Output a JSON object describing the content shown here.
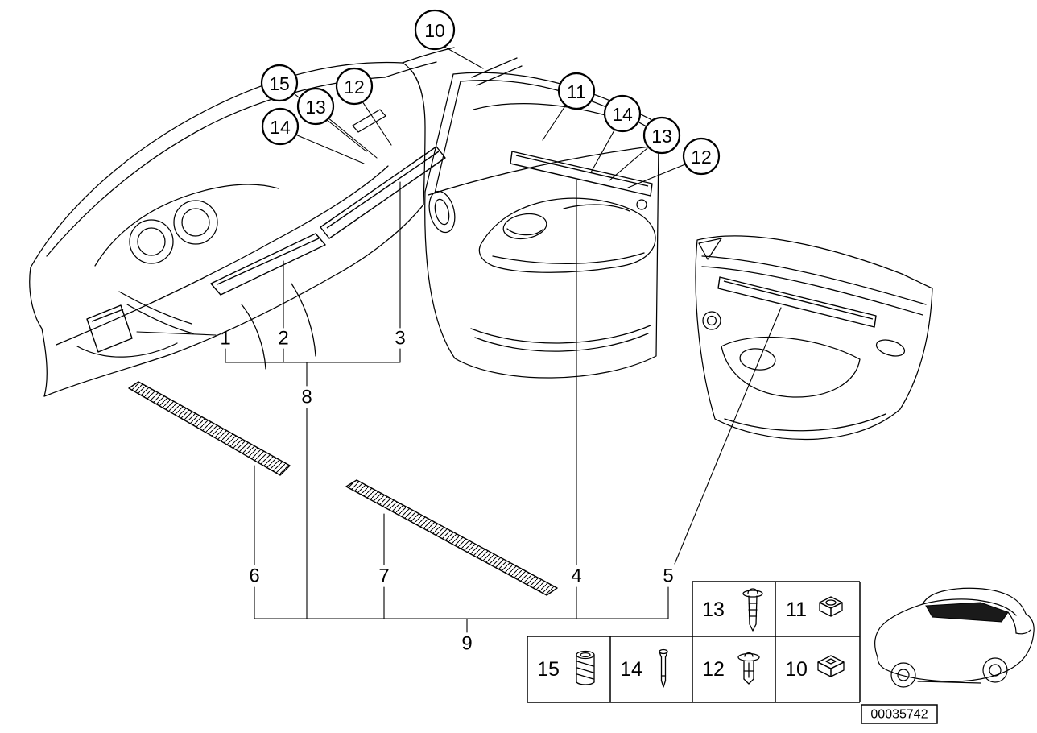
{
  "colors": {
    "line": "#000000",
    "background": "#ffffff",
    "glass_band": "#1a1a1a"
  },
  "diagram": {
    "balloons": [
      {
        "label": "10"
      },
      {
        "label": "15"
      },
      {
        "label": "12"
      },
      {
        "label": "13"
      },
      {
        "label": "14"
      },
      {
        "label": "11"
      },
      {
        "label": "14"
      },
      {
        "label": "13"
      },
      {
        "label": "12"
      }
    ],
    "labels": [
      {
        "label": "1"
      },
      {
        "label": "2"
      },
      {
        "label": "3"
      },
      {
        "label": "8"
      },
      {
        "label": "6"
      },
      {
        "label": "7"
      },
      {
        "label": "4"
      },
      {
        "label": "5"
      },
      {
        "label": "9"
      }
    ],
    "legend": {
      "cells": [
        {
          "label": "13",
          "icon": "expansion-rivet-icon"
        },
        {
          "label": "11",
          "icon": "grommet-icon"
        },
        {
          "label": "15",
          "icon": "sleeve-icon"
        },
        {
          "label": "14",
          "icon": "pin-icon"
        },
        {
          "label": "12",
          "icon": "rivet-icon"
        },
        {
          "label": "10",
          "icon": "cage-nut-icon"
        }
      ]
    },
    "part_number": "00035742"
  }
}
